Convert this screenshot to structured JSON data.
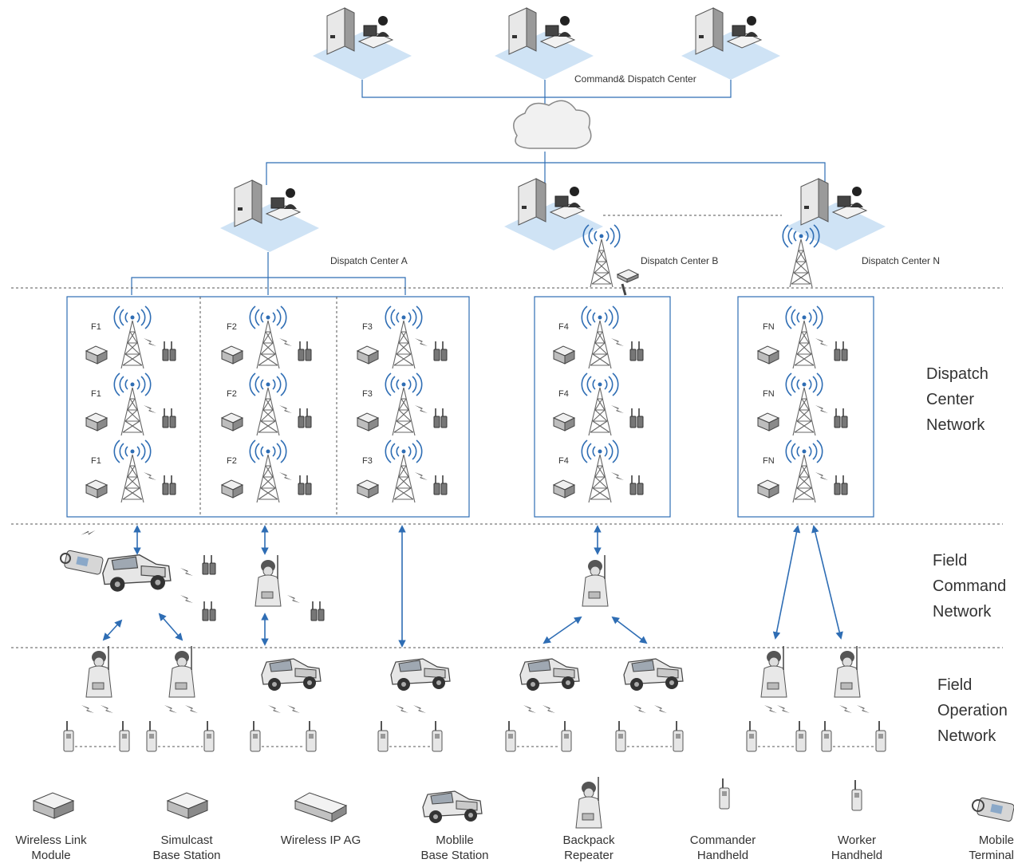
{
  "top_center": {
    "label": "Command& Dispatch Center"
  },
  "dispatch_centers": [
    {
      "label": "Dispatch Center A"
    },
    {
      "label": "Dispatch Center B"
    },
    {
      "label": "Dispatch Center N"
    }
  ],
  "frequencies": [
    "F1",
    "F2",
    "F3",
    "F4",
    "FN"
  ],
  "layers": [
    {
      "line1": "Dispatch",
      "line2": "Center",
      "line3": "Network"
    },
    {
      "line1": "Field",
      "line2": "Command",
      "line3": "Network"
    },
    {
      "line1": "Field",
      "line2": "Operation",
      "line3": "Network"
    }
  ],
  "legend": [
    {
      "line1": "Wireless Link",
      "line2": "Module",
      "icon": "wireless-link-module-icon"
    },
    {
      "line1": "Simulcast",
      "line2": "Base Station",
      "icon": "simulcast-base-station-icon"
    },
    {
      "line1": "Wireless IP AG",
      "line2": "",
      "icon": "wireless-ip-ag-icon"
    },
    {
      "line1": "Moblile",
      "line2": "Base Station",
      "icon": "mobile-base-station-icon"
    },
    {
      "line1": "Backpack",
      "line2": "Repeater",
      "icon": "backpack-repeater-icon"
    },
    {
      "line1": "Commander",
      "line2": "Handheld",
      "icon": "commander-handheld-icon"
    },
    {
      "line1": "Worker",
      "line2": "Handheld",
      "icon": "worker-handheld-icon"
    },
    {
      "line1": "Mobile",
      "line2": "Terminal",
      "icon": "mobile-terminal-icon"
    }
  ],
  "colors": {
    "line": "#2e6db4",
    "arrow": "#2e6db4",
    "platform": "#cfe3f5",
    "dashed": "#555555"
  }
}
